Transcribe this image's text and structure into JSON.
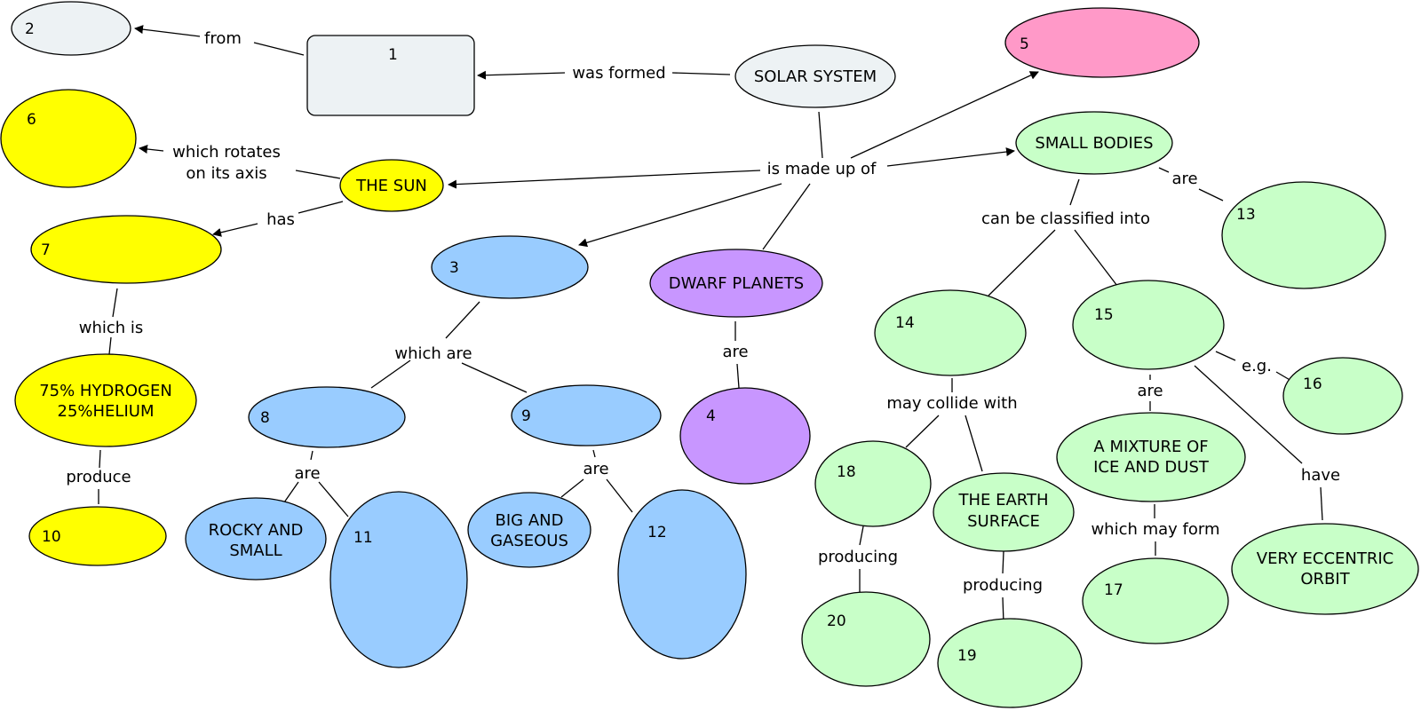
{
  "colors": {
    "gray": "#edf2f4",
    "pink": "#ff99c8",
    "yellow": "#ffff00",
    "blue": "#99ccff",
    "purple": "#c896ff",
    "green": "#c8ffc8"
  },
  "nodes": {
    "n1": "1",
    "n2": "2",
    "n3": "3",
    "n4": "4",
    "n5": "5",
    "n6": "6",
    "n7": "7",
    "n8": "8",
    "n9": "9",
    "n10": "10",
    "n11": "11",
    "n12": "12",
    "n13": "13",
    "n14": "14",
    "n15": "15",
    "n16": "16",
    "n17": "17",
    "n18": "18",
    "n19": "19",
    "n20": "20",
    "solar_system": "SOLAR SYSTEM",
    "the_sun": "THE SUN",
    "small_bodies": "SMALL BODIES",
    "dwarf_planets": "DWARF PLANETS",
    "hydrogen_line1": "75% HYDROGEN",
    "hydrogen_line2": "25%HELIUM",
    "rocky_line1": "ROCKY AND",
    "rocky_line2": "SMALL",
    "big_line1": "BIG AND",
    "big_line2": "GASEOUS",
    "earth_line1": "THE EARTH",
    "earth_line2": "SURFACE",
    "mixture_line1": "A MIXTURE OF",
    "mixture_line2": "ICE AND DUST",
    "orbit_line1": "VERY ECCENTRIC",
    "orbit_line2": "ORBIT"
  },
  "links": {
    "from": "from",
    "was_formed": "was formed",
    "rotates_line1": "which rotates",
    "rotates_line2": "on its axis",
    "has": "has",
    "is_made_up_of": "is made up of",
    "are_small_bodies": "are",
    "classified_into": "can be classified into",
    "which_is": "which is",
    "produce": "produce",
    "which_are": "which are",
    "are_dwarf": "are",
    "are_8": "are",
    "are_9": "are",
    "may_collide_with": "may collide with",
    "are_15": "are",
    "eg": "e.g.",
    "have": "have",
    "which_may_form": "which may form",
    "producing_18": "producing",
    "producing_earth": "producing"
  }
}
